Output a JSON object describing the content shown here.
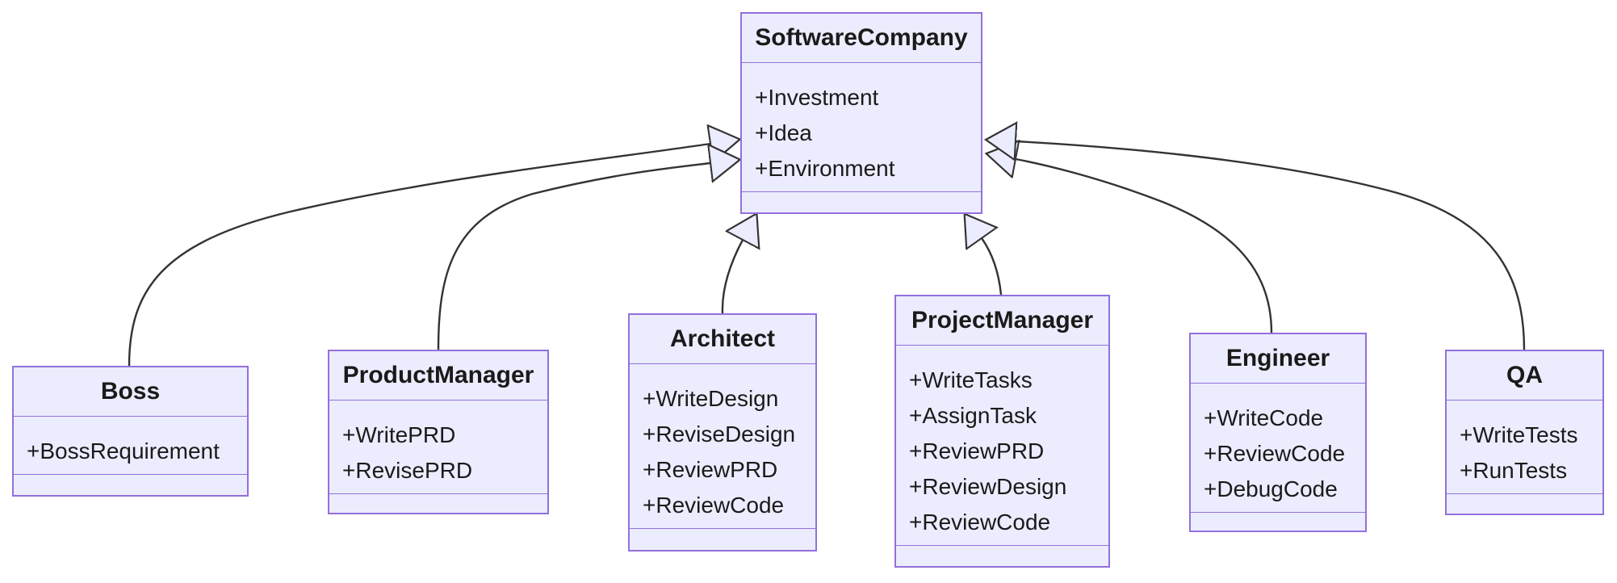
{
  "diagram": {
    "type": "uml-class-diagram",
    "colors": {
      "box_fill": "#ECECFF",
      "box_border": "#9370DB",
      "edge_line": "#333333",
      "text": "#1a1a1a",
      "background": "#ffffff"
    },
    "classes": [
      {
        "name": "SoftwareCompany",
        "attributes": [
          "+Investment",
          "+Idea",
          "+Environment"
        ],
        "methods": []
      },
      {
        "name": "Boss",
        "attributes": [
          "+BossRequirement"
        ],
        "methods": []
      },
      {
        "name": "ProductManager",
        "attributes": [
          "+WritePRD",
          "+RevisePRD"
        ],
        "methods": []
      },
      {
        "name": "Architect",
        "attributes": [
          "+WriteDesign",
          "+ReviseDesign",
          "+ReviewPRD",
          "+ReviewCode"
        ],
        "methods": []
      },
      {
        "name": "ProjectManager",
        "attributes": [
          "+WriteTasks",
          "+AssignTask",
          "+ReviewPRD",
          "+ReviewDesign",
          "+ReviewCode"
        ],
        "methods": []
      },
      {
        "name": "Engineer",
        "attributes": [
          "+WriteCode",
          "+ReviewCode",
          "+DebugCode"
        ],
        "methods": []
      },
      {
        "name": "QA",
        "attributes": [
          "+WriteTests",
          "+RunTests"
        ],
        "methods": []
      }
    ],
    "relations": [
      {
        "from": "Boss",
        "to": "SoftwareCompany",
        "type": "inheritance"
      },
      {
        "from": "ProductManager",
        "to": "SoftwareCompany",
        "type": "inheritance"
      },
      {
        "from": "Architect",
        "to": "SoftwareCompany",
        "type": "inheritance"
      },
      {
        "from": "ProjectManager",
        "to": "SoftwareCompany",
        "type": "inheritance"
      },
      {
        "from": "Engineer",
        "to": "SoftwareCompany",
        "type": "inheritance"
      },
      {
        "from": "QA",
        "to": "SoftwareCompany",
        "type": "inheritance"
      }
    ]
  }
}
